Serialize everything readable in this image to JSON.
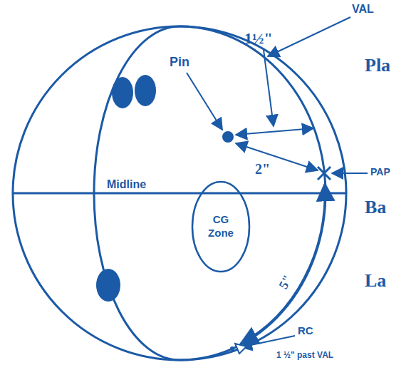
{
  "diagram": {
    "nodes": [
      {
        "text": [
          "CG Zone"
        ]
      }
    ],
    "labels": [
      "Pin",
      "1½\"",
      "2\"",
      "VAL",
      "PAP",
      "Midline",
      "5\"",
      "RC",
      "1 ½\" past VAL",
      "Pla",
      "Ba",
      "La"
    ]
  }
}
